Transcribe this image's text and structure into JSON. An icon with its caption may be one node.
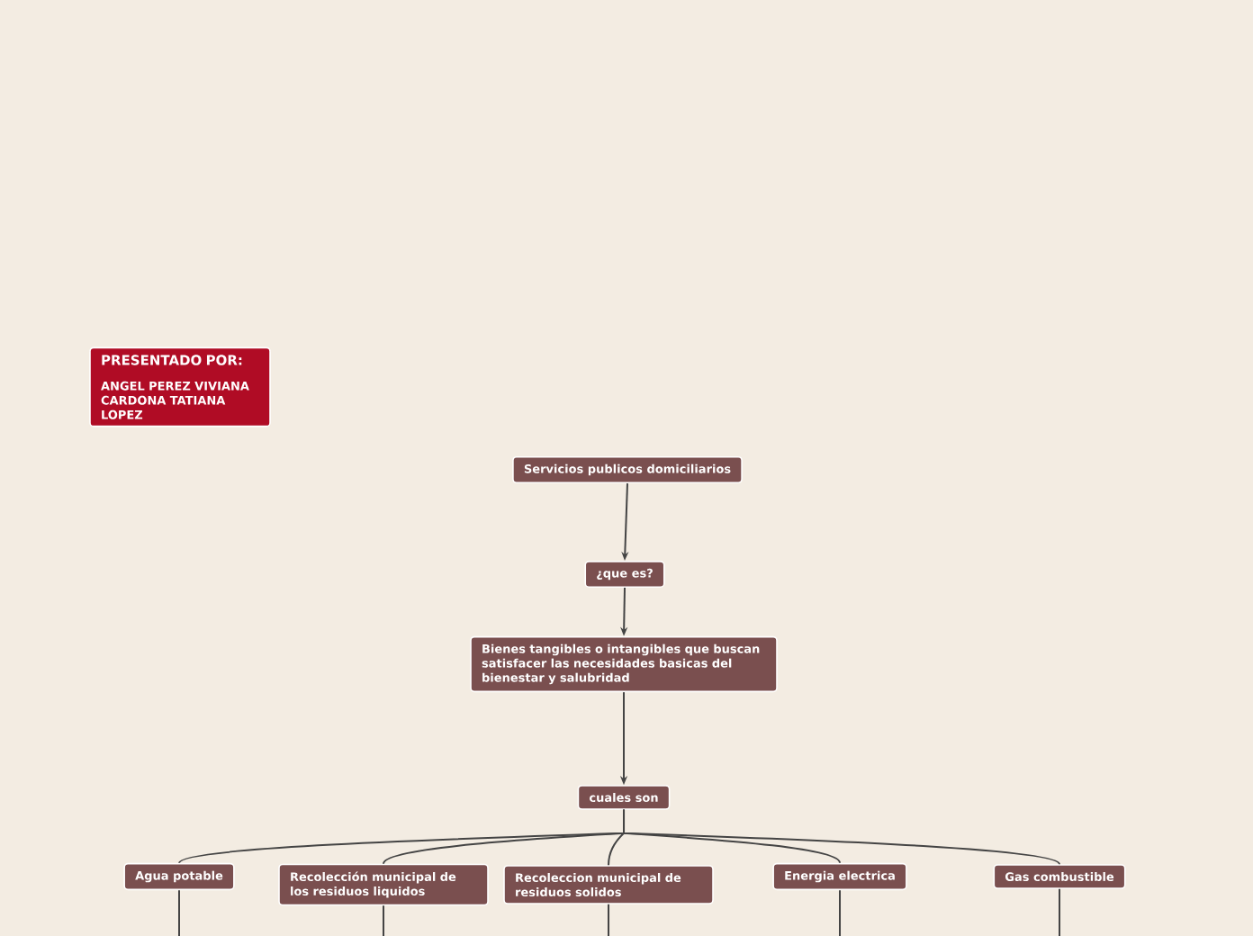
{
  "diagram": {
    "nodes": [
      {
        "text": [
          "PRESENTADO POR:",
          "ANGEL PEREZ VIVIANA CARDONA TATIANA LOPEZ"
        ]
      },
      {
        "text": [
          "Servicios publicos domiciliarios"
        ]
      },
      {
        "text": [
          "¿que es?"
        ]
      },
      {
        "text": [
          "Bienes tangibles o intangibles que buscan satisfacer las necesidades basicas del bienestar y salubridad"
        ]
      },
      {
        "text": [
          "cuales son"
        ]
      },
      {
        "text": [
          "Agua potable"
        ]
      },
      {
        "text": [
          "Recolección municipal de los residuos liquidos"
        ]
      },
      {
        "text": [
          "Recoleccion municipal de residuos solidos"
        ]
      },
      {
        "text": [
          "Energia electrica"
        ]
      },
      {
        "text": [
          "Gas combustible"
        ]
      }
    ],
    "edges": [
      {
        "from": 1,
        "to": 2,
        "arrow": "to"
      },
      {
        "from": 2,
        "to": 3,
        "arrow": "to"
      },
      {
        "from": 3,
        "to": 4,
        "arrow": "to"
      },
      {
        "from": 4,
        "to": 5,
        "arrow": "none"
      },
      {
        "from": 4,
        "to": 6,
        "arrow": "none"
      },
      {
        "from": 4,
        "to": 7,
        "arrow": "none"
      },
      {
        "from": 4,
        "to": 8,
        "arrow": "none"
      },
      {
        "from": 4,
        "to": 9,
        "arrow": "none"
      },
      {
        "from": 5,
        "to": null,
        "arrow": "none"
      },
      {
        "from": 6,
        "to": null,
        "arrow": "none"
      },
      {
        "from": 7,
        "to": null,
        "arrow": "none"
      },
      {
        "from": 8,
        "to": null,
        "arrow": "none"
      },
      {
        "from": 9,
        "to": null,
        "arrow": "none"
      }
    ]
  }
}
